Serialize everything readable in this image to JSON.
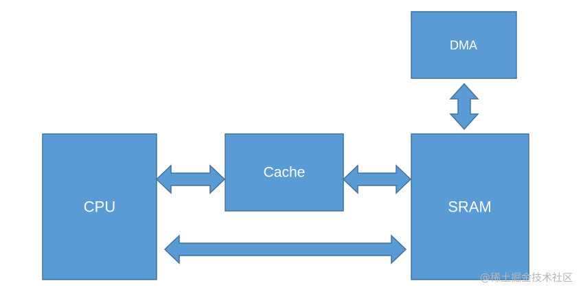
{
  "blocks": {
    "cpu": "CPU",
    "cache": "Cache",
    "sram": "SRAM",
    "dma": "DMA"
  },
  "watermark": "@稀土掘金技术社区",
  "colors": {
    "block_fill": "#5b9bd5",
    "block_border": "#41719c",
    "label_text": "#ffffff",
    "watermark_text": "#b7b7b7"
  }
}
